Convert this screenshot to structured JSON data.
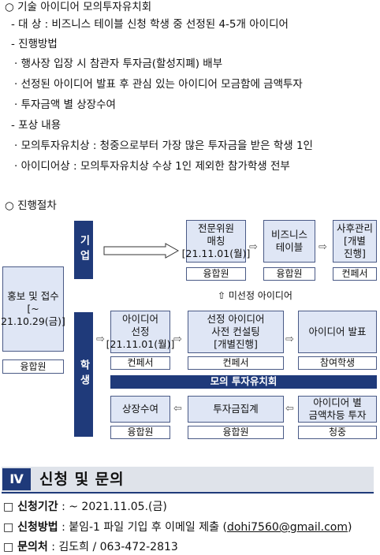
{
  "lines": [
    "○ 기술 아이디어 모의투자유치회",
    "- 대     상 : 비즈니스 테이블 신청 학생 중 선정된 4-5개 아이디어",
    "- 진행방법",
    "· 행사장 입장 시 참관자 투자금(할성지폐) 배부",
    "· 선정된 아이디어 발표 후 관심 있는 아이디어 모금함에 금액투자",
    "· 투자금액 별 상장수여",
    "- 포상 내용",
    "· 모의투자유치상 : 청중으로부터 가장 많은 투자금을 받은 학생 1인",
    "· 아이디어상 : 모의투자유치상 수상 1인 제외한 참가학생 전부"
  ],
  "procedure_title": "○ 진행절차",
  "diagram": {
    "start_box": "홍보 및 접수\n[~ 21.10.29(금)]",
    "start_label": "융합원",
    "company_bar": "기업",
    "student_bar": "학생",
    "company_boxes": [
      {
        "text": "전문위원\n매칭\n[21.11.01(월)]",
        "label": "융합원"
      },
      {
        "text": "비즈니스\n테이블",
        "label": "융합원"
      },
      {
        "text": "사후관리\n[개별\n진행]",
        "label": "컨페서"
      }
    ],
    "selected_note": "⇧ 미선정 아이디어",
    "student_row1": [
      {
        "text": "아이디어\n선정\n[21.11.01(월)]",
        "label": "컨페서"
      },
      {
        "text": "선정 아이디어\n사전 컨설팅\n[개별진행]",
        "label": "컨페서"
      },
      {
        "text": "아이디어 발표",
        "label": "참여학생"
      }
    ],
    "mock_bar": "모의 투자유치회",
    "student_row2": [
      {
        "text": "상장수여",
        "label": "융합원"
      },
      {
        "text": "투자금집계",
        "label": "융합원"
      },
      {
        "text": "아이디어 별\n금액차등 투자",
        "label": "청중"
      }
    ]
  },
  "section": {
    "number": "Ⅳ",
    "title": "신청 및 문의"
  },
  "info": [
    {
      "key": "□ 신청기간",
      "value": " : ~ 2021.11.05.(금)"
    },
    {
      "key": "□ 신청방법",
      "value": " : 붙임-1 파일 기입 후 이메일 제출 (",
      "email": "dohi7560@gmail.com",
      "tail": ")"
    },
    {
      "key": "□ 문의처",
      "value": " : 김도희 / 063-472-2813"
    }
  ]
}
